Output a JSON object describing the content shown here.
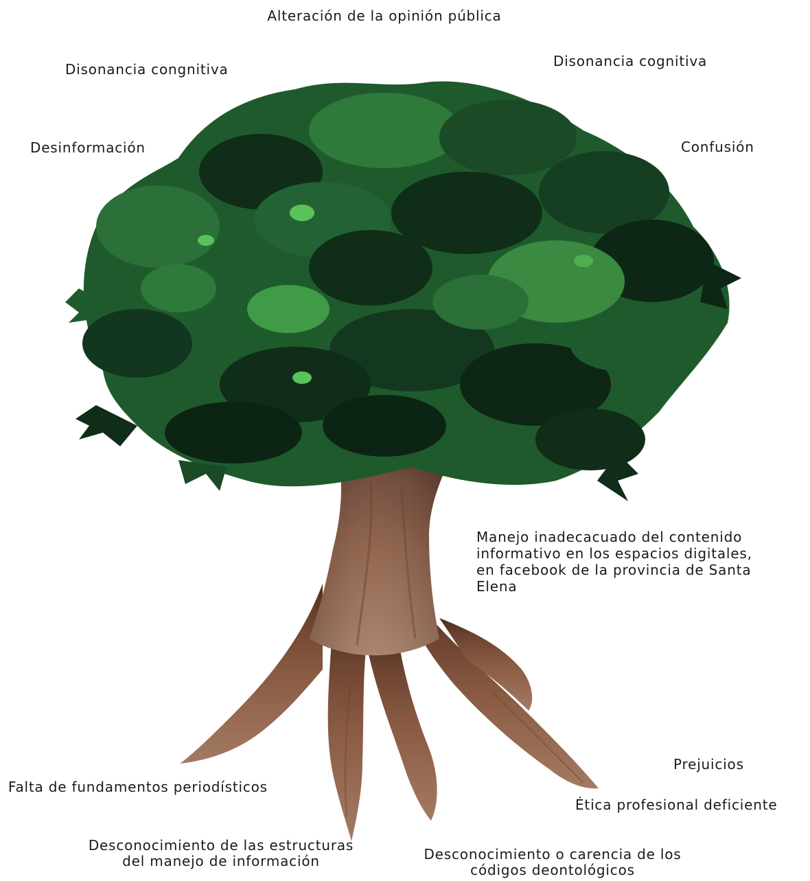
{
  "effects": {
    "top": "Alteración de la opinión pública",
    "upper_left": "Disonancia congnitiva",
    "upper_right": "Disonancia cognitiva",
    "left": "Desinformación",
    "right": "Confusión"
  },
  "problem": {
    "lines": [
      "Manejo inadecacuado del contenido",
      "informativo en los espacios digitales,",
      "en facebook de la provincia de Santa",
      "Elena"
    ]
  },
  "causes": {
    "prejudices": "Prejuicios",
    "fundamentals": "Falta de fundamentos periodísticos",
    "ethics": "Ética profesional deficiente",
    "structures": [
      "Desconocimiento de las estructuras",
      "del manejo de información"
    ],
    "codes": [
      "Desconocimiento o carencia de los",
      "códigos deontológicos"
    ]
  },
  "colors": {
    "foliage_dark": "#0f2d18",
    "foliage_mid": "#1e5b2d",
    "foliage_green": "#2d7a3a",
    "foliage_light": "#3f9b45",
    "trunk_top": "#4b2a1a",
    "trunk_mid": "#8a5b43",
    "trunk_light": "#a47a63"
  }
}
